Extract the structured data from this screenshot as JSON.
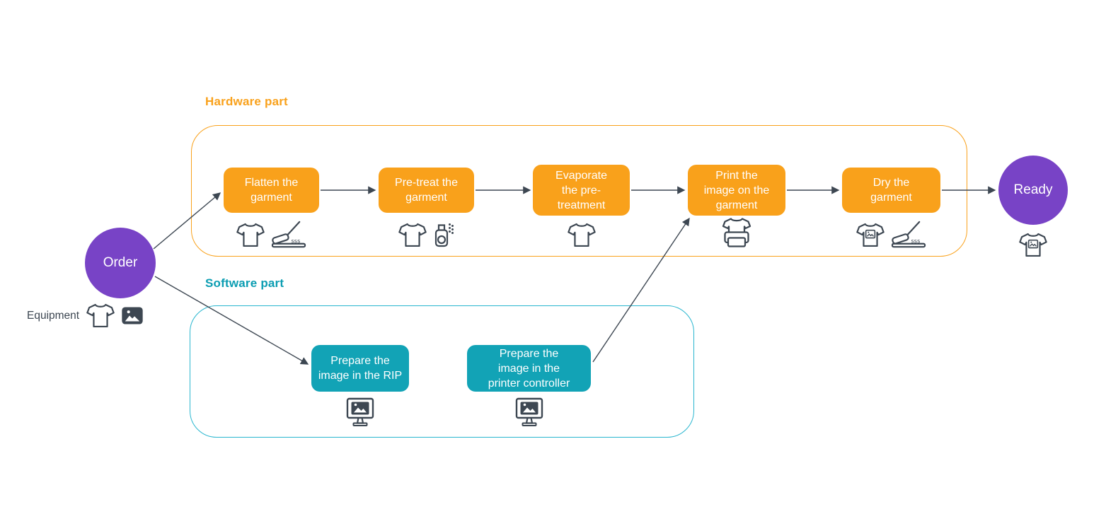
{
  "diagram": {
    "sections": {
      "hardware": {
        "title": "Hardware part",
        "color": "#F9A11B"
      },
      "software": {
        "title": "Software part",
        "color": "#0B9DB2"
      }
    },
    "start": {
      "label": "Order"
    },
    "end": {
      "label": "Ready",
      "icons": [
        "tshirt-image-icon"
      ]
    },
    "equipment": {
      "label": "Equipment",
      "icons": [
        "tshirt-icon",
        "image-icon"
      ]
    },
    "hardware_steps": [
      {
        "label": "Flatten the garment",
        "icons": [
          "tshirt-icon",
          "heat-press-icon"
        ]
      },
      {
        "label": "Pre-treat the garment",
        "icons": [
          "tshirt-icon",
          "spray-bottle-icon"
        ]
      },
      {
        "label": "Evaporate the pre-treatment",
        "icons": [
          "tshirt-icon"
        ]
      },
      {
        "label": "Print the image on the garment",
        "icons": [
          "garment-printer-icon"
        ]
      },
      {
        "label": "Dry the garment",
        "icons": [
          "tshirt-image-icon",
          "heat-press-icon"
        ]
      }
    ],
    "software_steps": [
      {
        "label": "Prepare the image in the RIP",
        "icons": [
          "monitor-image-icon"
        ]
      },
      {
        "label": "Prepare the image in the printer controller",
        "icons": [
          "monitor-image-icon"
        ]
      }
    ],
    "colors": {
      "step_hardware": "#F9A11B",
      "step_software": "#12A3B6",
      "software_border": "#29B6CF",
      "terminal_purple": "#7843C6",
      "icon": "#3D4752",
      "arrow": "#3D4752"
    }
  }
}
